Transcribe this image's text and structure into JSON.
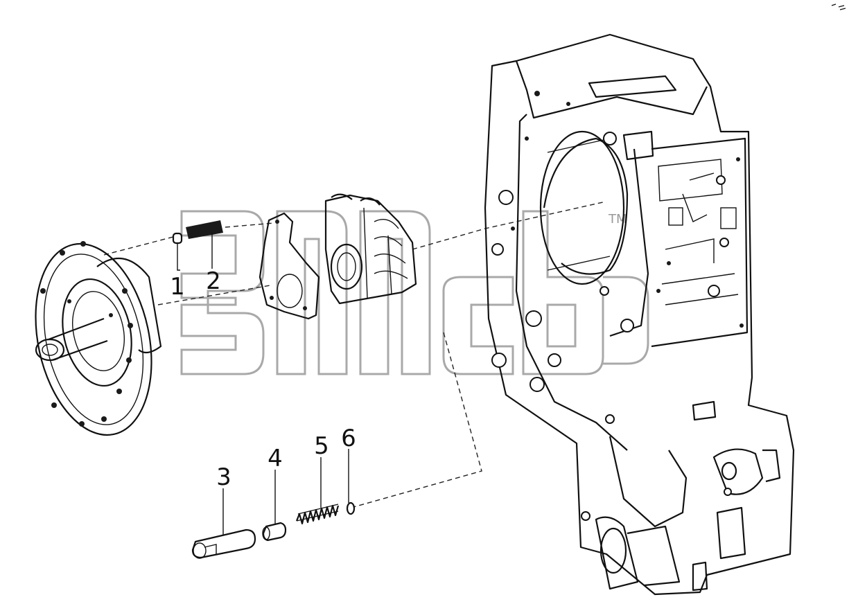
{
  "diagram": {
    "parts": [
      {
        "id": "p1",
        "label": "1"
      },
      {
        "id": "p2",
        "label": "2"
      },
      {
        "id": "p3",
        "label": "3"
      },
      {
        "id": "p4",
        "label": "4"
      },
      {
        "id": "p5",
        "label": "5"
      },
      {
        "id": "p6",
        "label": "6"
      }
    ],
    "watermark": {
      "trademark": "TM"
    }
  },
  "colors": {
    "ink": "#111111",
    "watermark": "#a9a9a9",
    "background": "#ffffff"
  }
}
